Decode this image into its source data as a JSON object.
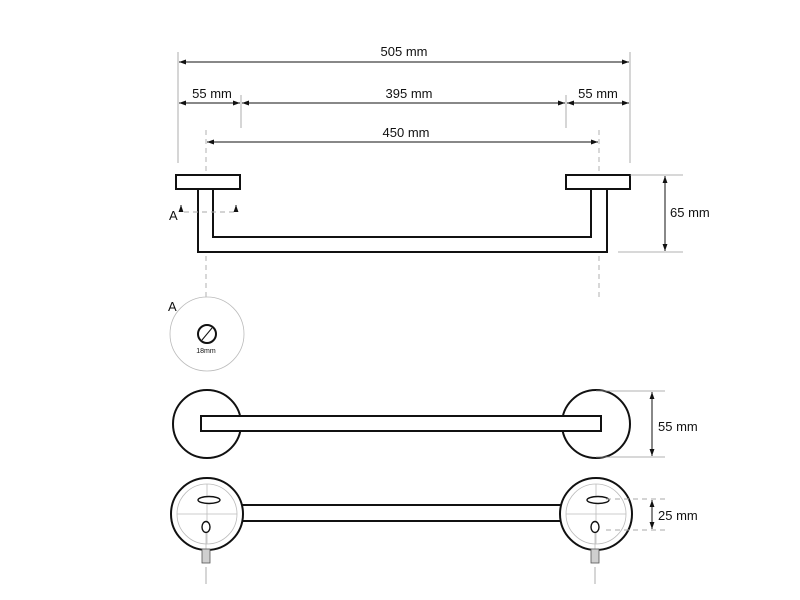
{
  "dimensions": {
    "overall_width": "505 mm",
    "left_base": "55 mm",
    "bar_span": "395 mm",
    "right_base": "55 mm",
    "center_distance": "450 mm",
    "projection": "65 mm",
    "base_diameter": "55 mm",
    "hole_spacing": "25 mm"
  },
  "section": {
    "marker": "A",
    "detail_label": "A",
    "tube_diameter": "18mm"
  }
}
